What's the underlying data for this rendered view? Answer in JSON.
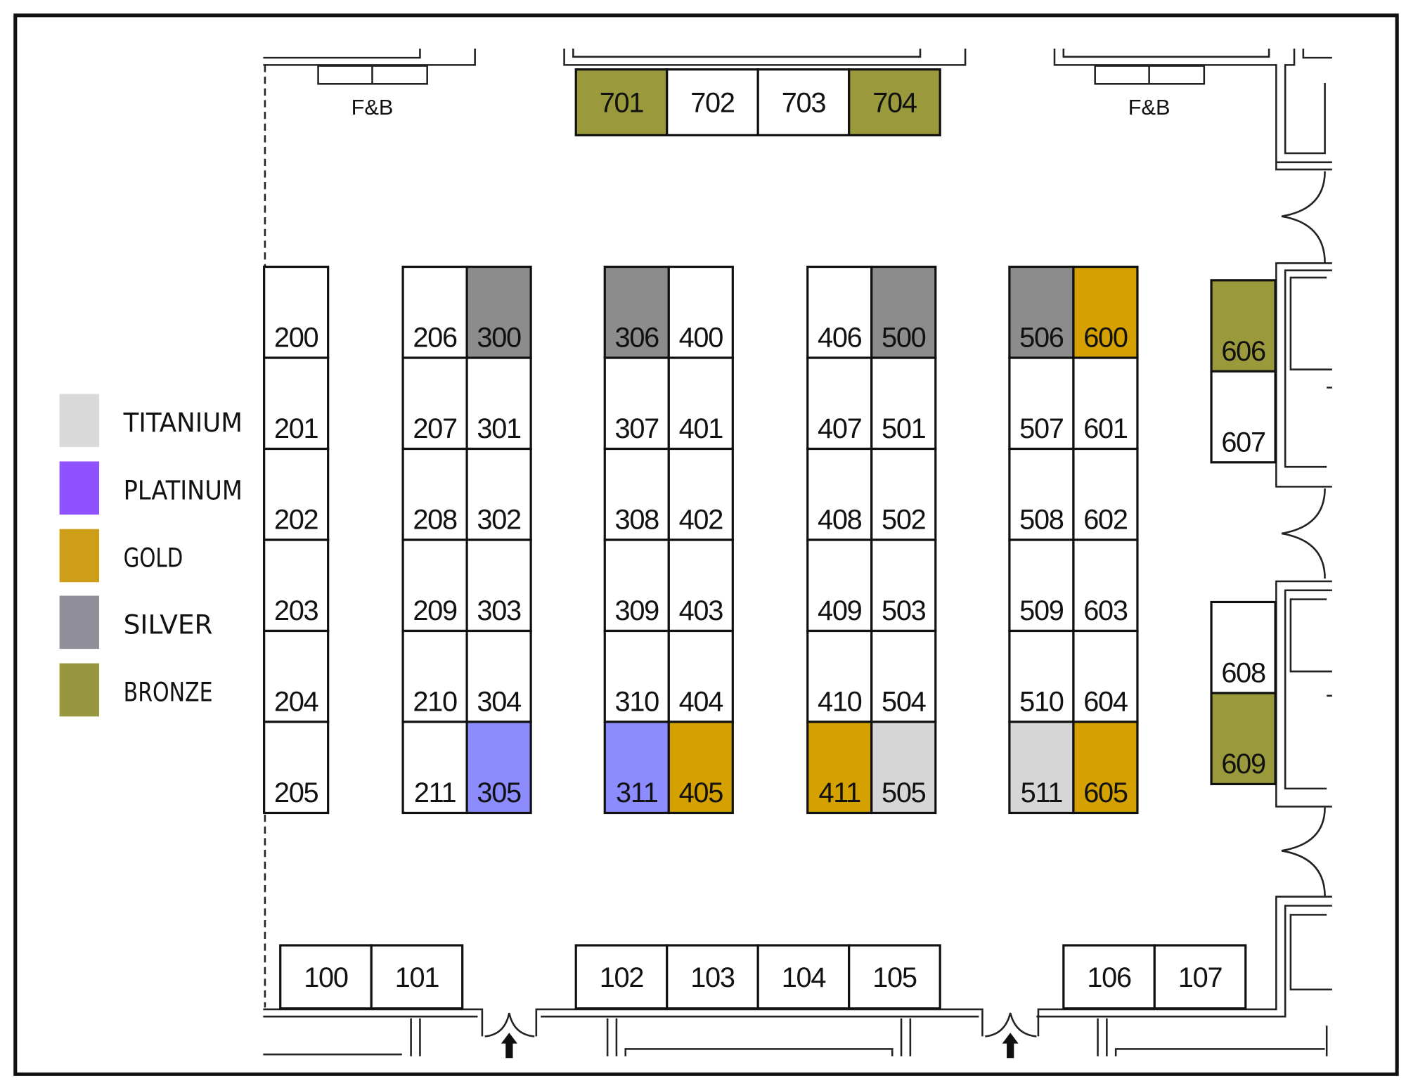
{
  "colors": {
    "titanium": "#d9d9d9",
    "platinum": "#8e52ff",
    "gold": "#cf9e19",
    "silver": "#908f99",
    "bronze": "#979740",
    "booth_titanium": "#d6d6d6",
    "booth_platinum": "#8c8cff",
    "booth_gold": "#d4a100",
    "booth_silver": "#8c8c8c",
    "booth_bronze": "#9a9a3c",
    "booth_none": "#ffffff"
  },
  "legend": [
    {
      "tier": "titanium",
      "label": "TITANIUM"
    },
    {
      "tier": "platinum",
      "label": "PLATINUM"
    },
    {
      "tier": "gold",
      "label": "GOLD"
    },
    {
      "tier": "silver",
      "label": "SILVER"
    },
    {
      "tier": "bronze",
      "label": "BRONZE"
    }
  ],
  "fb_labels": [
    "F&B",
    "F&B"
  ],
  "booth_groups": {
    "col_200": [
      {
        "id": "200",
        "tier": "none"
      },
      {
        "id": "201",
        "tier": "none"
      },
      {
        "id": "202",
        "tier": "none"
      },
      {
        "id": "203",
        "tier": "none"
      },
      {
        "id": "204",
        "tier": "none"
      },
      {
        "id": "205",
        "tier": "none"
      }
    ],
    "col_206": [
      {
        "id": "206",
        "tier": "none"
      },
      {
        "id": "207",
        "tier": "none"
      },
      {
        "id": "208",
        "tier": "none"
      },
      {
        "id": "209",
        "tier": "none"
      },
      {
        "id": "210",
        "tier": "none"
      },
      {
        "id": "211",
        "tier": "none"
      }
    ],
    "col_300": [
      {
        "id": "300",
        "tier": "silver"
      },
      {
        "id": "301",
        "tier": "none"
      },
      {
        "id": "302",
        "tier": "none"
      },
      {
        "id": "303",
        "tier": "none"
      },
      {
        "id": "304",
        "tier": "none"
      },
      {
        "id": "305",
        "tier": "platinum"
      }
    ],
    "col_306": [
      {
        "id": "306",
        "tier": "silver"
      },
      {
        "id": "307",
        "tier": "none"
      },
      {
        "id": "308",
        "tier": "none"
      },
      {
        "id": "309",
        "tier": "none"
      },
      {
        "id": "310",
        "tier": "none"
      },
      {
        "id": "311",
        "tier": "platinum"
      }
    ],
    "col_400": [
      {
        "id": "400",
        "tier": "none"
      },
      {
        "id": "401",
        "tier": "none"
      },
      {
        "id": "402",
        "tier": "none"
      },
      {
        "id": "403",
        "tier": "none"
      },
      {
        "id": "404",
        "tier": "none"
      },
      {
        "id": "405",
        "tier": "gold"
      }
    ],
    "col_406": [
      {
        "id": "406",
        "tier": "none"
      },
      {
        "id": "407",
        "tier": "none"
      },
      {
        "id": "408",
        "tier": "none"
      },
      {
        "id": "409",
        "tier": "none"
      },
      {
        "id": "410",
        "tier": "none"
      },
      {
        "id": "411",
        "tier": "gold"
      }
    ],
    "col_500": [
      {
        "id": "500",
        "tier": "silver"
      },
      {
        "id": "501",
        "tier": "none"
      },
      {
        "id": "502",
        "tier": "none"
      },
      {
        "id": "503",
        "tier": "none"
      },
      {
        "id": "504",
        "tier": "none"
      },
      {
        "id": "505",
        "tier": "titanium"
      }
    ],
    "col_506": [
      {
        "id": "506",
        "tier": "silver"
      },
      {
        "id": "507",
        "tier": "none"
      },
      {
        "id": "508",
        "tier": "none"
      },
      {
        "id": "509",
        "tier": "none"
      },
      {
        "id": "510",
        "tier": "none"
      },
      {
        "id": "511",
        "tier": "titanium"
      }
    ],
    "col_600": [
      {
        "id": "600",
        "tier": "gold"
      },
      {
        "id": "601",
        "tier": "none"
      },
      {
        "id": "602",
        "tier": "none"
      },
      {
        "id": "603",
        "tier": "none"
      },
      {
        "id": "604",
        "tier": "none"
      },
      {
        "id": "605",
        "tier": "gold"
      }
    ],
    "right_upper": [
      {
        "id": "606",
        "tier": "bronze"
      },
      {
        "id": "607",
        "tier": "none"
      }
    ],
    "right_lower": [
      {
        "id": "608",
        "tier": "none"
      },
      {
        "id": "609",
        "tier": "bronze"
      }
    ],
    "top_row": [
      {
        "id": "701",
        "tier": "bronze"
      },
      {
        "id": "702",
        "tier": "none"
      },
      {
        "id": "703",
        "tier": "none"
      },
      {
        "id": "704",
        "tier": "bronze"
      }
    ],
    "bottom_left": [
      {
        "id": "100",
        "tier": "none"
      },
      {
        "id": "101",
        "tier": "none"
      }
    ],
    "bottom_mid": [
      {
        "id": "102",
        "tier": "none"
      },
      {
        "id": "103",
        "tier": "none"
      },
      {
        "id": "104",
        "tier": "none"
      },
      {
        "id": "105",
        "tier": "none"
      }
    ],
    "bottom_right": [
      {
        "id": "106",
        "tier": "none"
      },
      {
        "id": "107",
        "tier": "none"
      }
    ]
  }
}
